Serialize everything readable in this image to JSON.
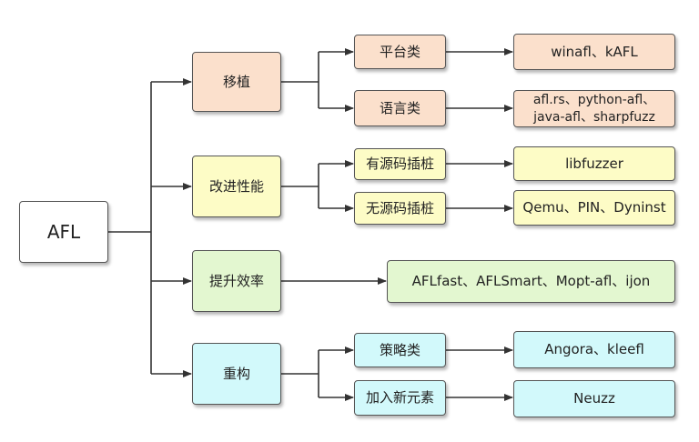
{
  "root": {
    "label": "AFL"
  },
  "branches": [
    {
      "label": "移植",
      "color": "#fbe0cc",
      "children": [
        {
          "label": "平台类",
          "leaf": "winafl、kAFL"
        },
        {
          "label": "语言类",
          "leaf": "afl.rs、python-afl、\njava-afl、sharpfuzz"
        }
      ]
    },
    {
      "label": "改进性能",
      "color": "#fdfcc6",
      "children": [
        {
          "label": "有源码插桩",
          "leaf": "libfuzzer"
        },
        {
          "label": "无源码插桩",
          "leaf": "Qemu、PIN、Dyninst"
        }
      ]
    },
    {
      "label": "提升效率",
      "color": "#e3f7d0",
      "leaf": "AFLfast、AFLSmart、Mopt-afl、ijon"
    },
    {
      "label": "重构",
      "color": "#d2f9fb",
      "children": [
        {
          "label": "策略类",
          "leaf": "Angora、kleefl"
        },
        {
          "label": "加入新元素",
          "leaf": "Neuzz"
        }
      ]
    }
  ]
}
